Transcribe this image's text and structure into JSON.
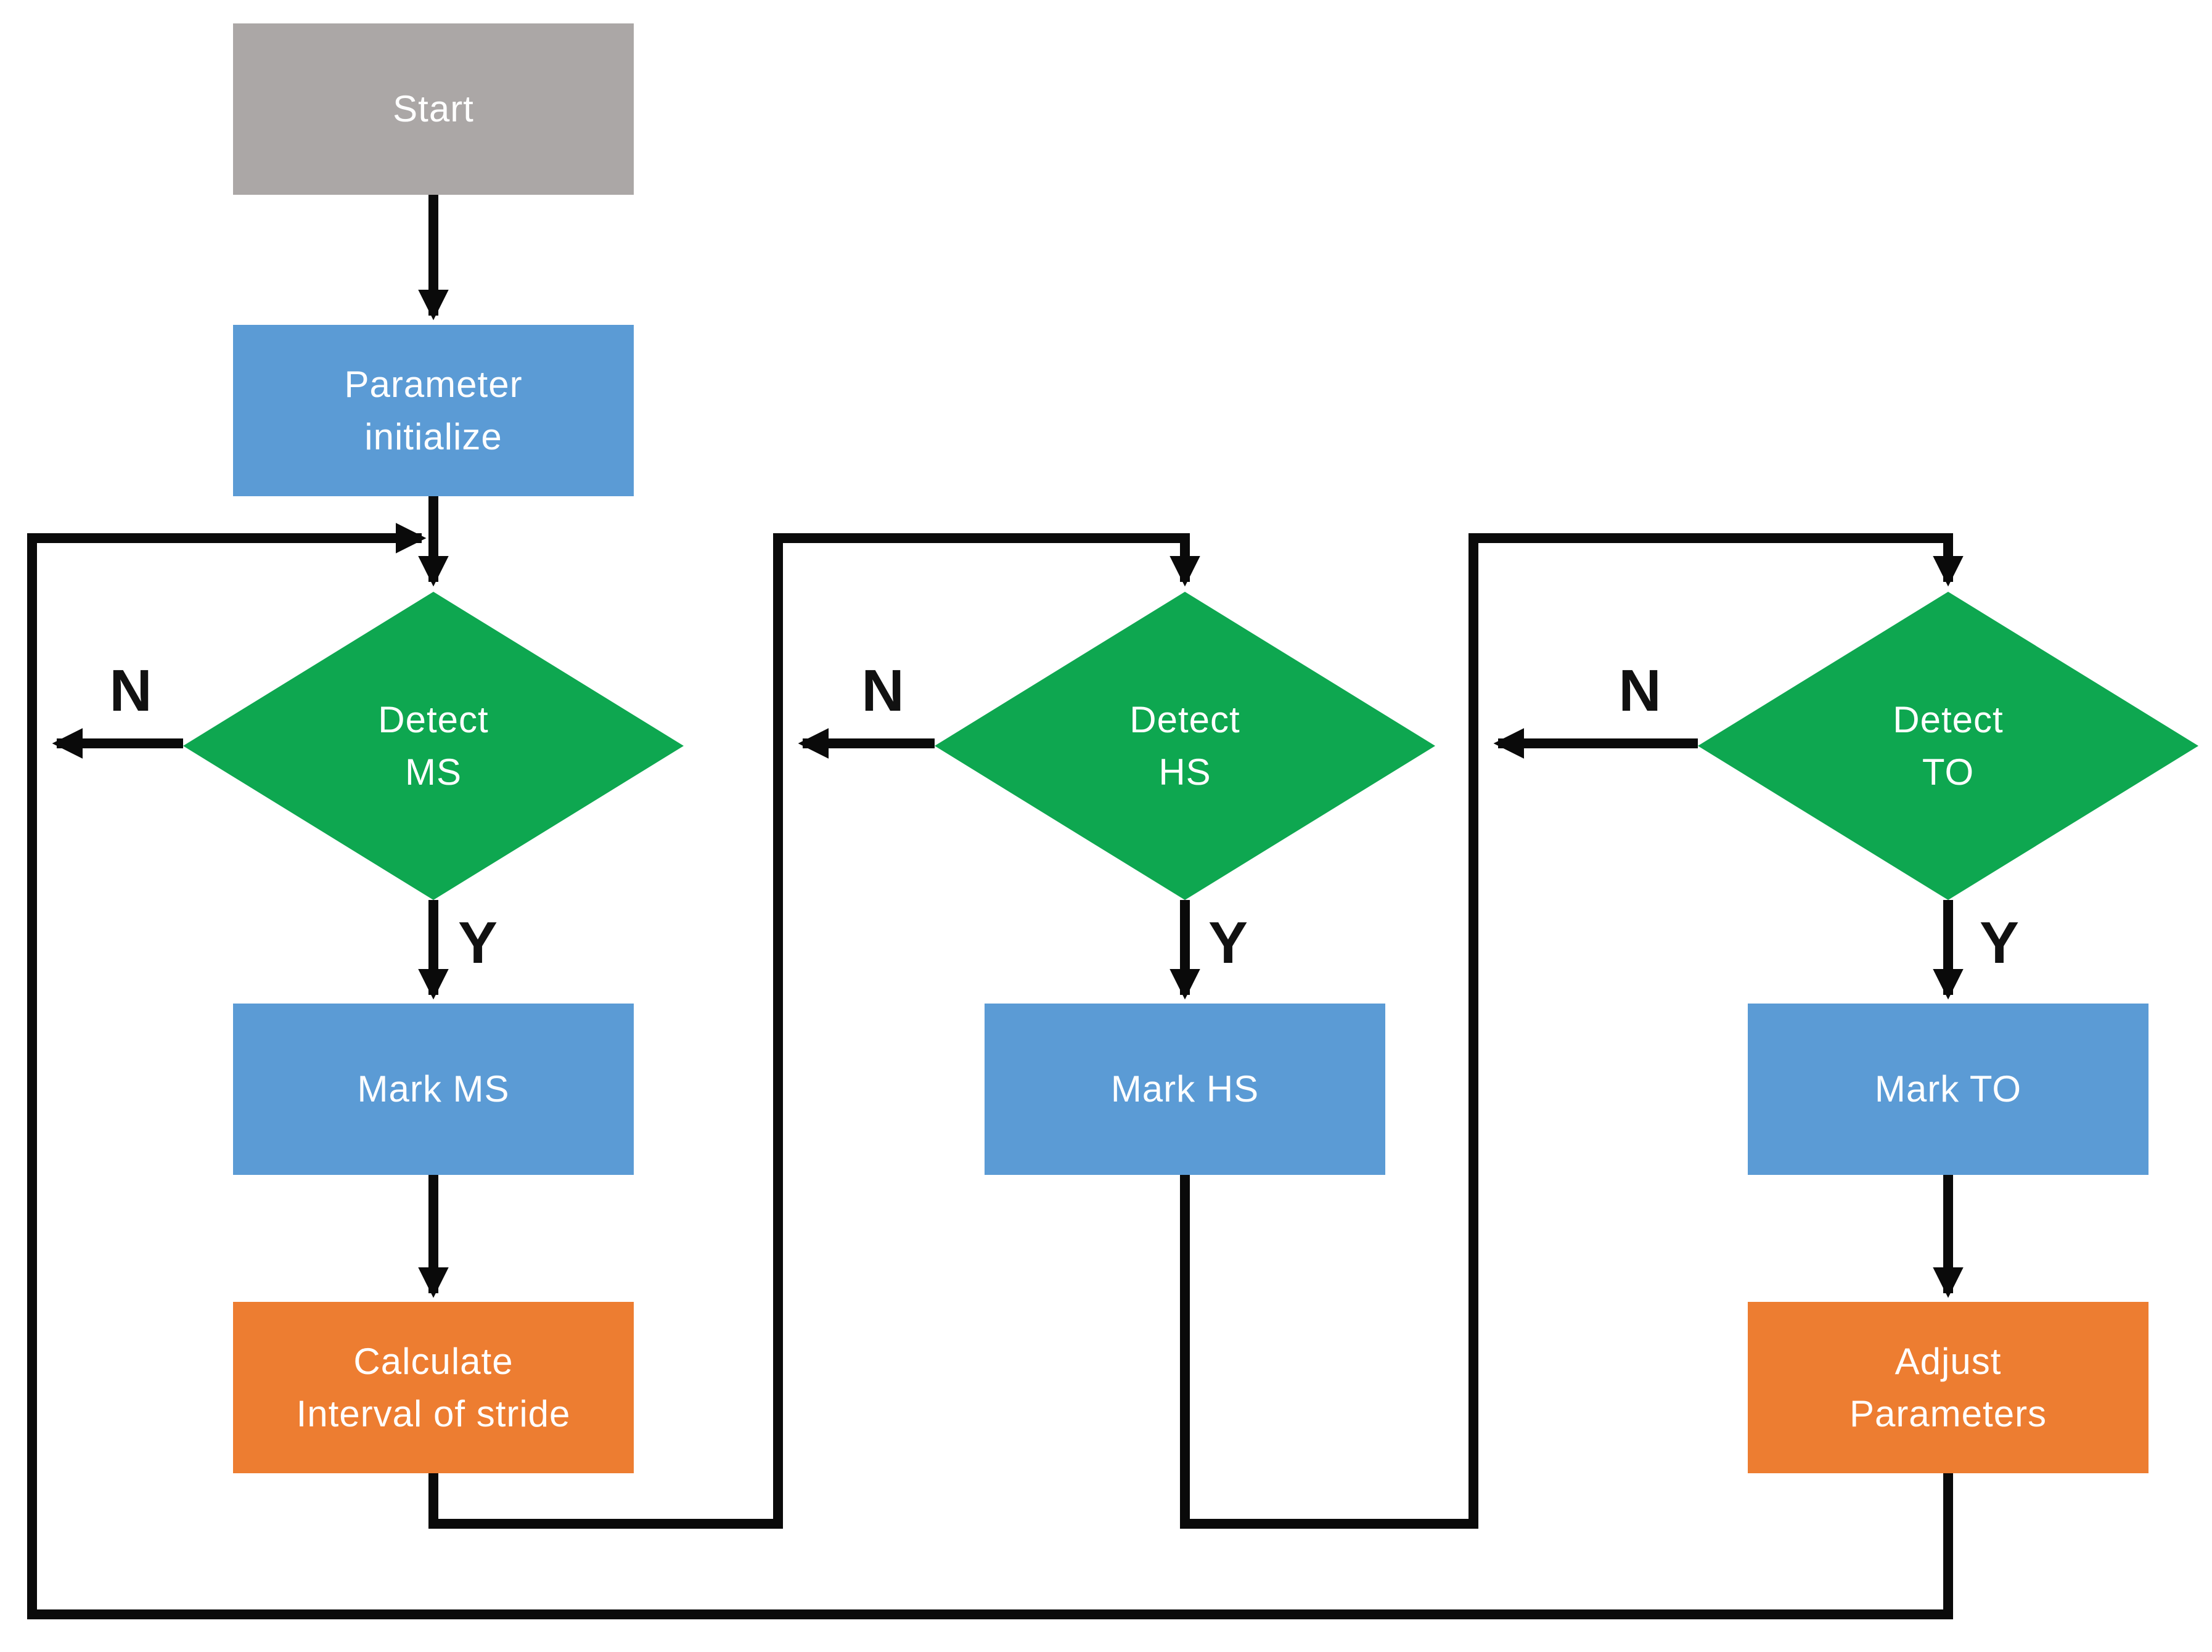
{
  "figure": {
    "background": "#FFFFFF",
    "colors": {
      "terminator_fill": "#ABA7A6",
      "process_fill": "#5B9BD5",
      "decision_fill": "#0EA750",
      "emphasis_fill": "#ED7D31",
      "connector_stroke": "#0A0A0A",
      "shape_text": "#FFFFFF",
      "branch_text": "#111111"
    },
    "nodes": {
      "start": {
        "shape": "rectangle",
        "fill": "#ABA7A6",
        "label": "Start"
      },
      "param": {
        "shape": "rectangle",
        "fill": "#5B9BD5",
        "label": "Parameter initialize",
        "lines": [
          "Parameter",
          "initialize"
        ]
      },
      "detect_ms": {
        "shape": "diamond",
        "fill": "#0EA750",
        "label": "Detect MS",
        "lines": [
          "Detect",
          "MS"
        ]
      },
      "mark_ms": {
        "shape": "rectangle",
        "fill": "#5B9BD5",
        "label": "Mark MS"
      },
      "calc": {
        "shape": "rectangle",
        "fill": "#ED7D31",
        "label": "Calculate Interval of stride",
        "lines": [
          "Calculate",
          "Interval of stride"
        ]
      },
      "detect_hs": {
        "shape": "diamond",
        "fill": "#0EA750",
        "label": "Detect HS",
        "lines": [
          "Detect",
          "HS"
        ]
      },
      "mark_hs": {
        "shape": "rectangle",
        "fill": "#5B9BD5",
        "label": "Mark HS"
      },
      "detect_to": {
        "shape": "diamond",
        "fill": "#0EA750",
        "label": "Detect TO",
        "lines": [
          "Detect",
          "TO"
        ]
      },
      "mark_to": {
        "shape": "rectangle",
        "fill": "#5B9BD5",
        "label": "Mark TO"
      },
      "adjust": {
        "shape": "rectangle",
        "fill": "#ED7D31",
        "label": "Adjust Parameters",
        "lines": [
          "Adjust",
          "Parameters"
        ]
      }
    },
    "branch_labels": {
      "detect_ms_no": "N",
      "detect_ms_yes": "Y",
      "detect_hs_no": "N",
      "detect_hs_yes": "Y",
      "detect_to_no": "N",
      "detect_to_yes": "Y"
    },
    "edges": [
      {
        "from": "start",
        "to": "param"
      },
      {
        "from": "param",
        "to": "detect_ms"
      },
      {
        "from": "detect_ms",
        "to": "mark_ms",
        "label": "Y"
      },
      {
        "from": "detect_ms",
        "to": "detect_ms",
        "label": "N",
        "type": "loop-back"
      },
      {
        "from": "mark_ms",
        "to": "calc"
      },
      {
        "from": "calc",
        "to": "detect_hs"
      },
      {
        "from": "detect_hs",
        "to": "mark_hs",
        "label": "Y"
      },
      {
        "from": "detect_hs",
        "to": "detect_hs",
        "label": "N",
        "type": "loop-back"
      },
      {
        "from": "mark_hs",
        "to": "detect_to"
      },
      {
        "from": "detect_to",
        "to": "mark_to",
        "label": "Y"
      },
      {
        "from": "detect_to",
        "to": "detect_to",
        "label": "N",
        "type": "loop-back"
      },
      {
        "from": "mark_to",
        "to": "adjust"
      },
      {
        "from": "adjust",
        "to": "detect_ms",
        "type": "loop-back"
      }
    ]
  }
}
